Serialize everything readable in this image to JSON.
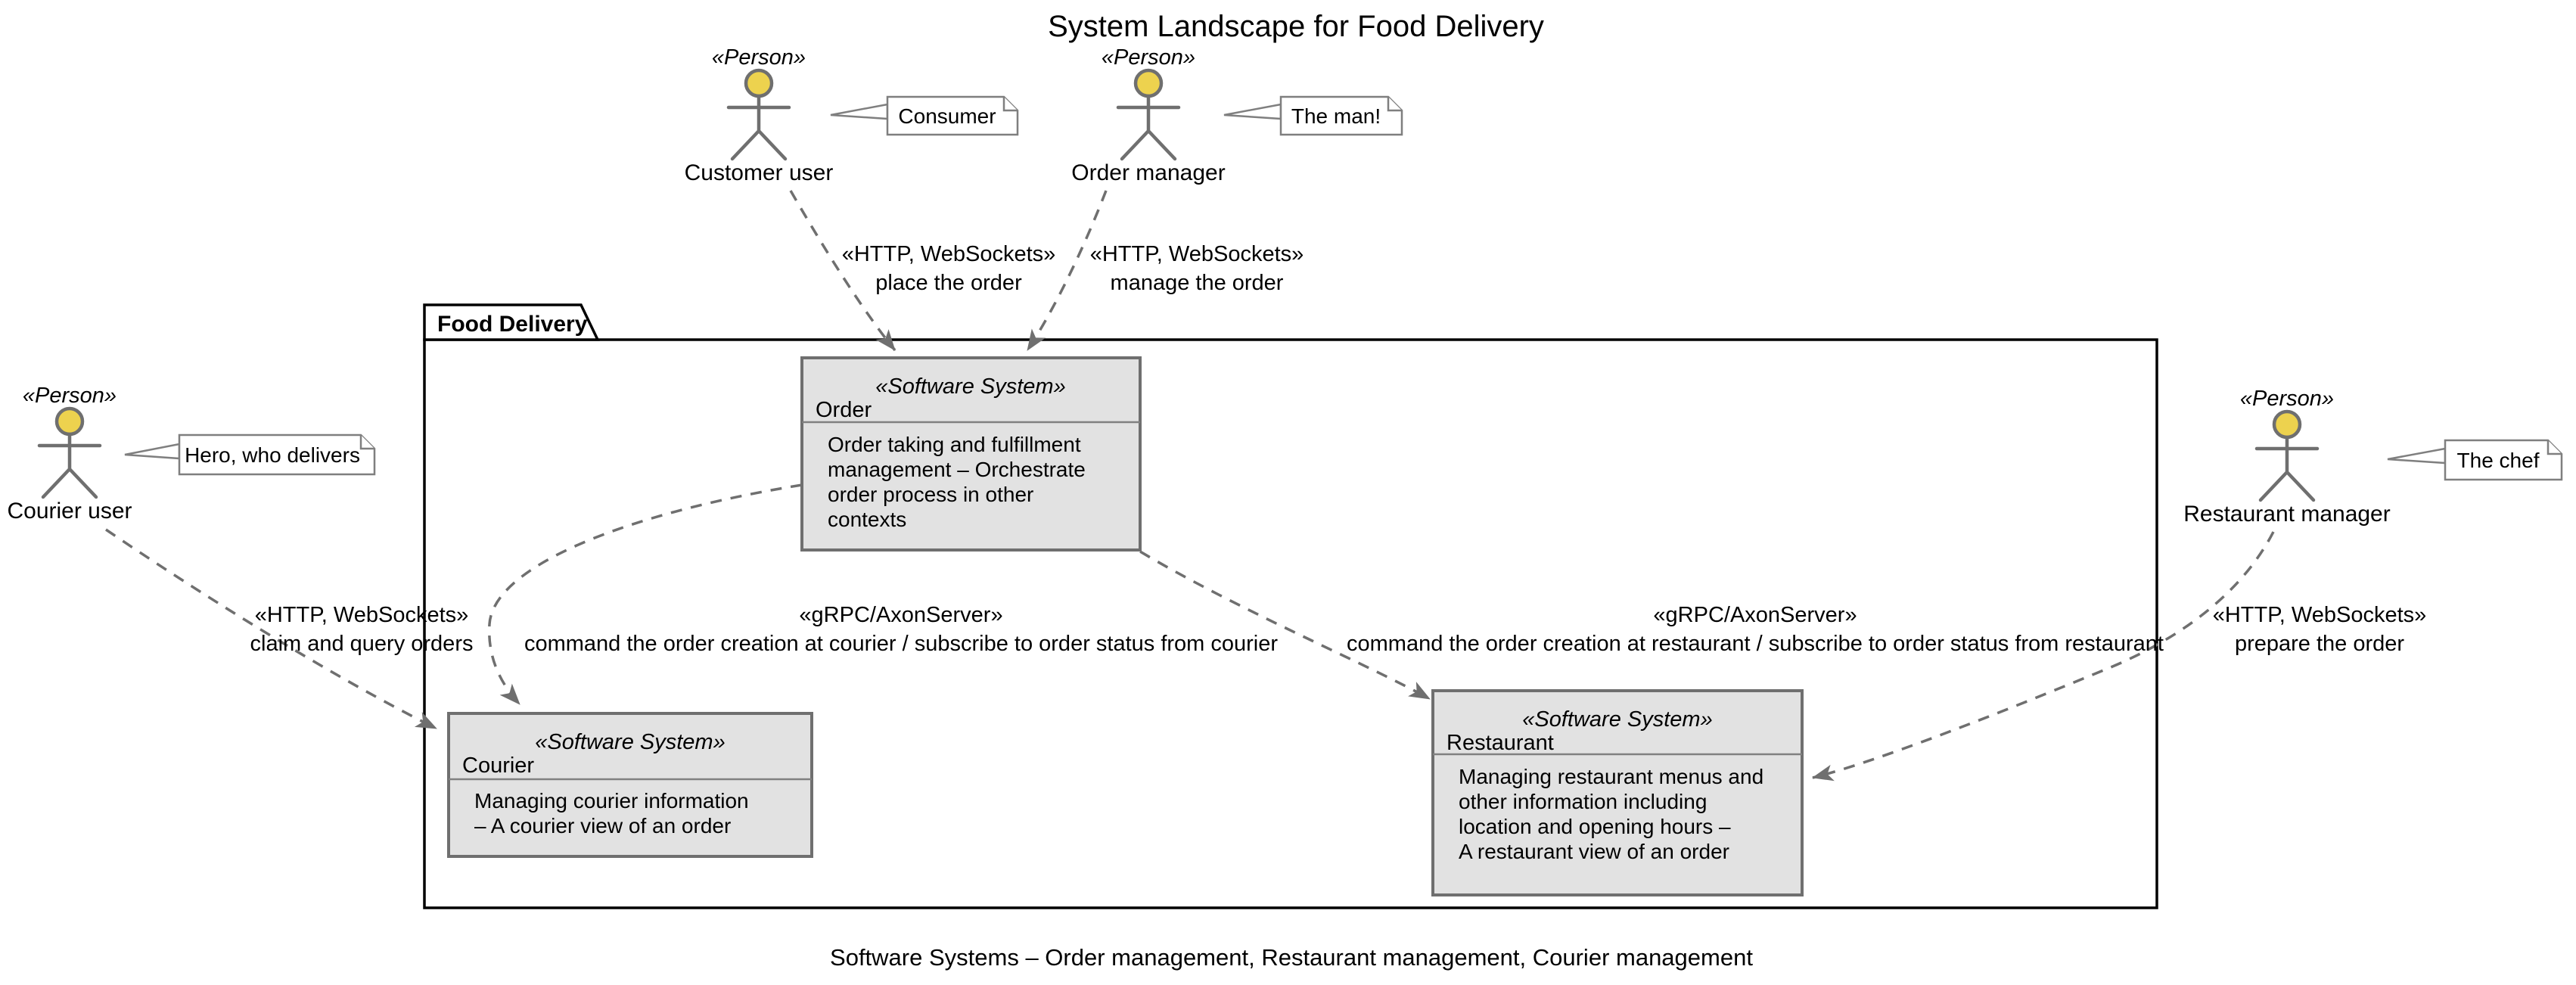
{
  "title": "System Landscape for Food Delivery",
  "caption": "Software Systems – Order management, Restaurant management, Courier management",
  "frame": {
    "label": "Food Delivery"
  },
  "colors": {
    "actor_head": "#EDD24E",
    "diagram_gray": "#6F6F6F",
    "system_box_fill": "#E2E2E2",
    "system_box_border": "#6F6F6F",
    "note_border": "#7F7F7F",
    "frame_border": "#000000"
  },
  "actors": {
    "customer": {
      "stereotype": "«Person»",
      "name": "Customer user",
      "note": "Consumer"
    },
    "order_manager": {
      "stereotype": "«Person»",
      "name": "Order manager",
      "note": "The man!"
    },
    "courier": {
      "stereotype": "«Person»",
      "name": "Courier user",
      "note": "Hero, who delivers"
    },
    "restaurant_manager": {
      "stereotype": "«Person»",
      "name": "Restaurant manager",
      "note": "The chef"
    }
  },
  "systems": {
    "order": {
      "stereotype": "«Software System»",
      "name": "Order",
      "description_lines": [
        "Order taking and fulfillment",
        "management – Orchestrate",
        "order process in other",
        "contexts"
      ]
    },
    "courier": {
      "stereotype": "«Software System»",
      "name": "Courier",
      "description_lines": [
        "Managing courier information",
        "– A courier view of an order"
      ]
    },
    "restaurant": {
      "stereotype": "«Software System»",
      "name": "Restaurant",
      "description_lines": [
        "Managing restaurant menus and",
        "other information including",
        "location and opening hours –",
        "A restaurant view of an order"
      ]
    }
  },
  "relations": {
    "customer_to_order": {
      "protocol": "«HTTP, WebSockets»",
      "message": "place the order"
    },
    "order_manager_to_order": {
      "protocol": "«HTTP, WebSockets»",
      "message": "manage the order"
    },
    "courier_to_courier_system": {
      "protocol": "«HTTP, WebSockets»",
      "message": "claim and query orders"
    },
    "order_to_courier": {
      "protocol": "«gRPC/AxonServer»",
      "message": "command the order creation at courier / subscribe to order status from courier"
    },
    "order_to_restaurant": {
      "protocol": "«gRPC/AxonServer»",
      "message": "command the order creation at restaurant / subscribe to order status from restaurant"
    },
    "restaurant_manager_to_restaurant": {
      "protocol": "«HTTP, WebSockets»",
      "message": "prepare the order"
    }
  }
}
